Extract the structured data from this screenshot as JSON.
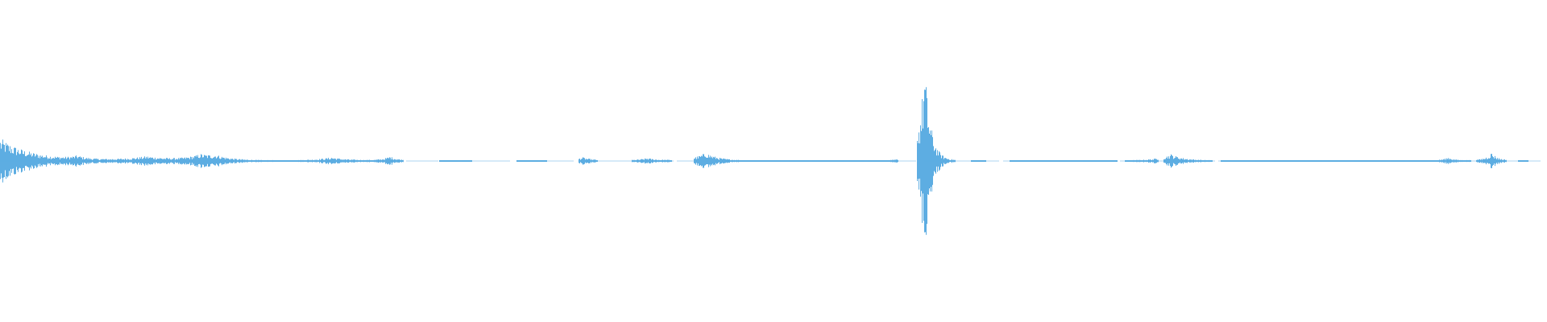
{
  "waveform": {
    "color": "#5dade2",
    "background": "#ffffff",
    "start_amplitude": 0.14,
    "bursts": [
      {
        "at": 0.0,
        "amp": 0.14,
        "decay": 0.02
      },
      {
        "at": 0.05,
        "amp": 0.02,
        "decay": 0.006
      },
      {
        "at": 0.095,
        "amp": 0.025,
        "decay": 0.015
      },
      {
        "at": 0.13,
        "amp": 0.03,
        "decay": 0.01
      },
      {
        "at": 0.14,
        "amp": 0.025,
        "decay": 0.01
      },
      {
        "at": 0.215,
        "amp": 0.02,
        "decay": 0.01
      },
      {
        "at": 0.253,
        "amp": 0.025,
        "decay": 0.005
      },
      {
        "at": 0.378,
        "amp": 0.02,
        "decay": 0.006
      },
      {
        "at": 0.42,
        "amp": 0.015,
        "decay": 0.006
      },
      {
        "at": 0.458,
        "amp": 0.05,
        "decay": 0.008
      },
      {
        "at": 0.6,
        "amp": 0.6,
        "decay": 0.004
      },
      {
        "at": 0.76,
        "amp": 0.04,
        "decay": 0.008
      },
      {
        "at": 0.94,
        "amp": 0.02,
        "decay": 0.004
      },
      {
        "at": 0.968,
        "amp": 0.05,
        "decay": 0.004
      }
    ],
    "gaps": [
      [
        0.262,
        0.285
      ],
      [
        0.306,
        0.335
      ],
      [
        0.355,
        0.375
      ],
      [
        0.388,
        0.41
      ],
      [
        0.436,
        0.45
      ],
      [
        0.583,
        0.595
      ],
      [
        0.62,
        0.63
      ],
      [
        0.64,
        0.655
      ],
      [
        0.725,
        0.73
      ],
      [
        0.752,
        0.755
      ],
      [
        0.787,
        0.792
      ],
      [
        0.955,
        0.958
      ],
      [
        0.978,
        0.985
      ],
      [
        0.992,
        1.0
      ]
    ]
  }
}
